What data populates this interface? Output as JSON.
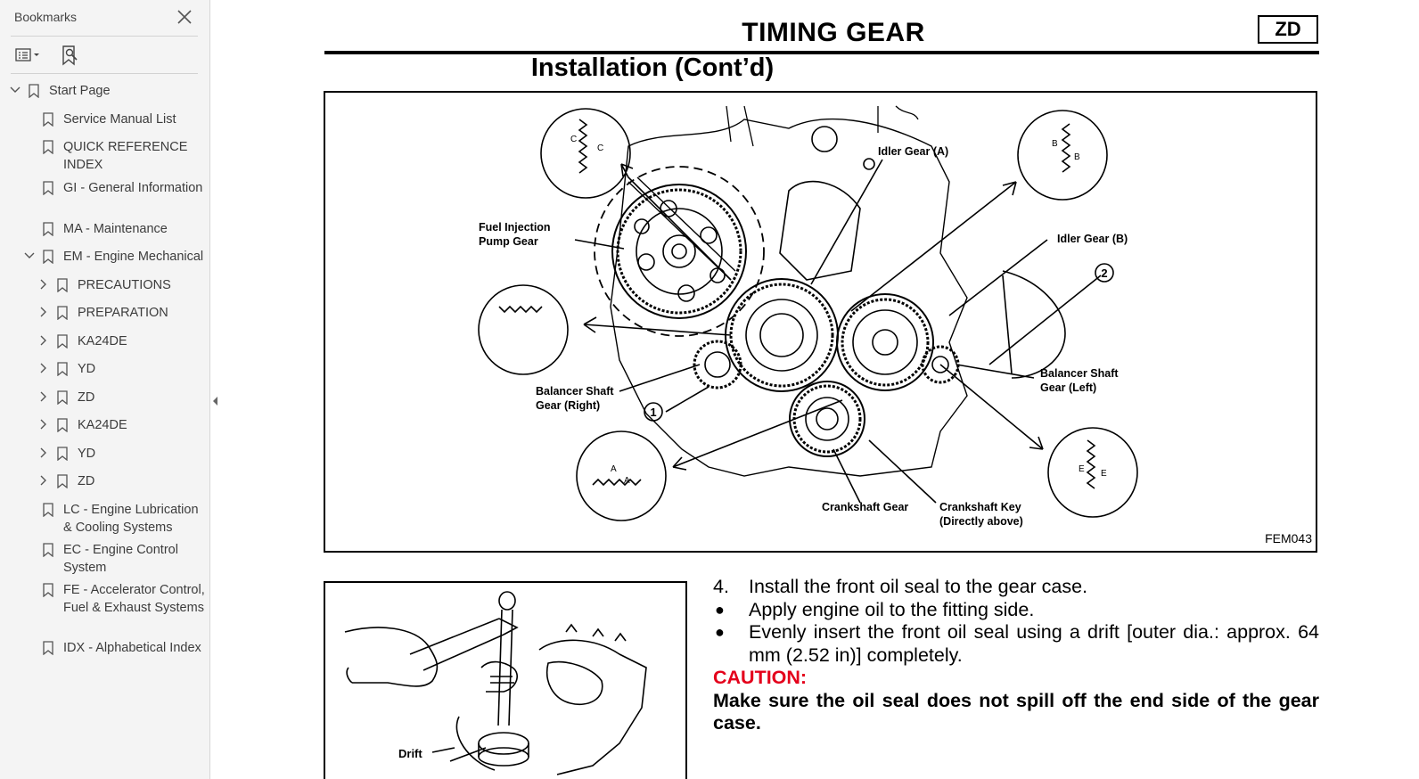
{
  "sidebar": {
    "title": "Bookmarks",
    "items": [
      {
        "label": "Start Page",
        "level": 0,
        "expander": "expanded"
      },
      {
        "label": "Service Manual List",
        "level": 1,
        "expander": "none"
      },
      {
        "label": "QUICK REFERENCE INDEX",
        "level": 1,
        "expander": "none"
      },
      {
        "label": "GI - General Information",
        "level": 1,
        "expander": "none"
      },
      {
        "label": "MA - Maintenance",
        "level": 1,
        "expander": "none"
      },
      {
        "label": "EM - Engine Mechanical",
        "level": 1,
        "expander": "expanded"
      },
      {
        "label": "PRECAUTIONS",
        "level": 2,
        "expander": "collapsed"
      },
      {
        "label": "PREPARATION",
        "level": 2,
        "expander": "collapsed"
      },
      {
        "label": "KA24DE",
        "level": 2,
        "expander": "collapsed"
      },
      {
        "label": "YD",
        "level": 2,
        "expander": "collapsed"
      },
      {
        "label": "ZD",
        "level": 2,
        "expander": "collapsed"
      },
      {
        "label": "KA24DE",
        "level": 2,
        "expander": "collapsed"
      },
      {
        "label": "YD",
        "level": 2,
        "expander": "collapsed"
      },
      {
        "label": "ZD",
        "level": 2,
        "expander": "collapsed"
      },
      {
        "label": "LC - Engine Lubrication & Cooling Systems",
        "level": 1,
        "expander": "none"
      },
      {
        "label": "EC - Engine Control System",
        "level": 1,
        "expander": "none"
      },
      {
        "label": "FE - Accelerator Control, Fuel & Exhaust Systems",
        "level": 1,
        "expander": "none"
      },
      {
        "label": "IDX - Alphabetical Index",
        "level": 1,
        "expander": "none"
      }
    ]
  },
  "icons": {
    "close": "close-icon",
    "options": "bookmark-options-icon",
    "find": "find-bookmark-icon",
    "bookmark": "bookmark-icon",
    "collapse": "collapse-panel-icon"
  },
  "page": {
    "title": "TIMING GEAR",
    "section_code": "ZD",
    "subtitle": "Installation (Cont’d)",
    "figure_main": {
      "code": "FEM043",
      "labels": {
        "idler_a": "Idler Gear (A)",
        "idler_b": "Idler Gear (B)",
        "fuel_pump_1": "Fuel Injection",
        "fuel_pump_2": "Pump Gear",
        "bal_right_1": "Balancer Shaft",
        "bal_right_2": "Gear (Right)",
        "bal_left_1": "Balancer Shaft",
        "bal_left_2": "Gear (Left)",
        "crank_gear": "Crankshaft Gear",
        "crank_key_1": "Crankshaft Key",
        "crank_key_2": "(Directly above)",
        "callout_1": "1",
        "callout_2": "2",
        "mark_a": "A",
        "mark_b": "B",
        "mark_c": "C",
        "mark_e": "E"
      }
    },
    "figure_drift": {
      "label": "Drift"
    },
    "steps": [
      {
        "marker": "4.",
        "text": "Install the front oil seal to the gear case."
      },
      {
        "marker": "●",
        "text": "Apply engine oil to the fitting side."
      },
      {
        "marker": "●",
        "text": "Evenly insert the front oil seal using a drift [outer dia.: approx. 64 mm (2.52 in)] completely."
      }
    ],
    "caution_head": "CAUTION:",
    "caution_body": "Make sure the oil seal does not spill off the end side of the gear case."
  }
}
